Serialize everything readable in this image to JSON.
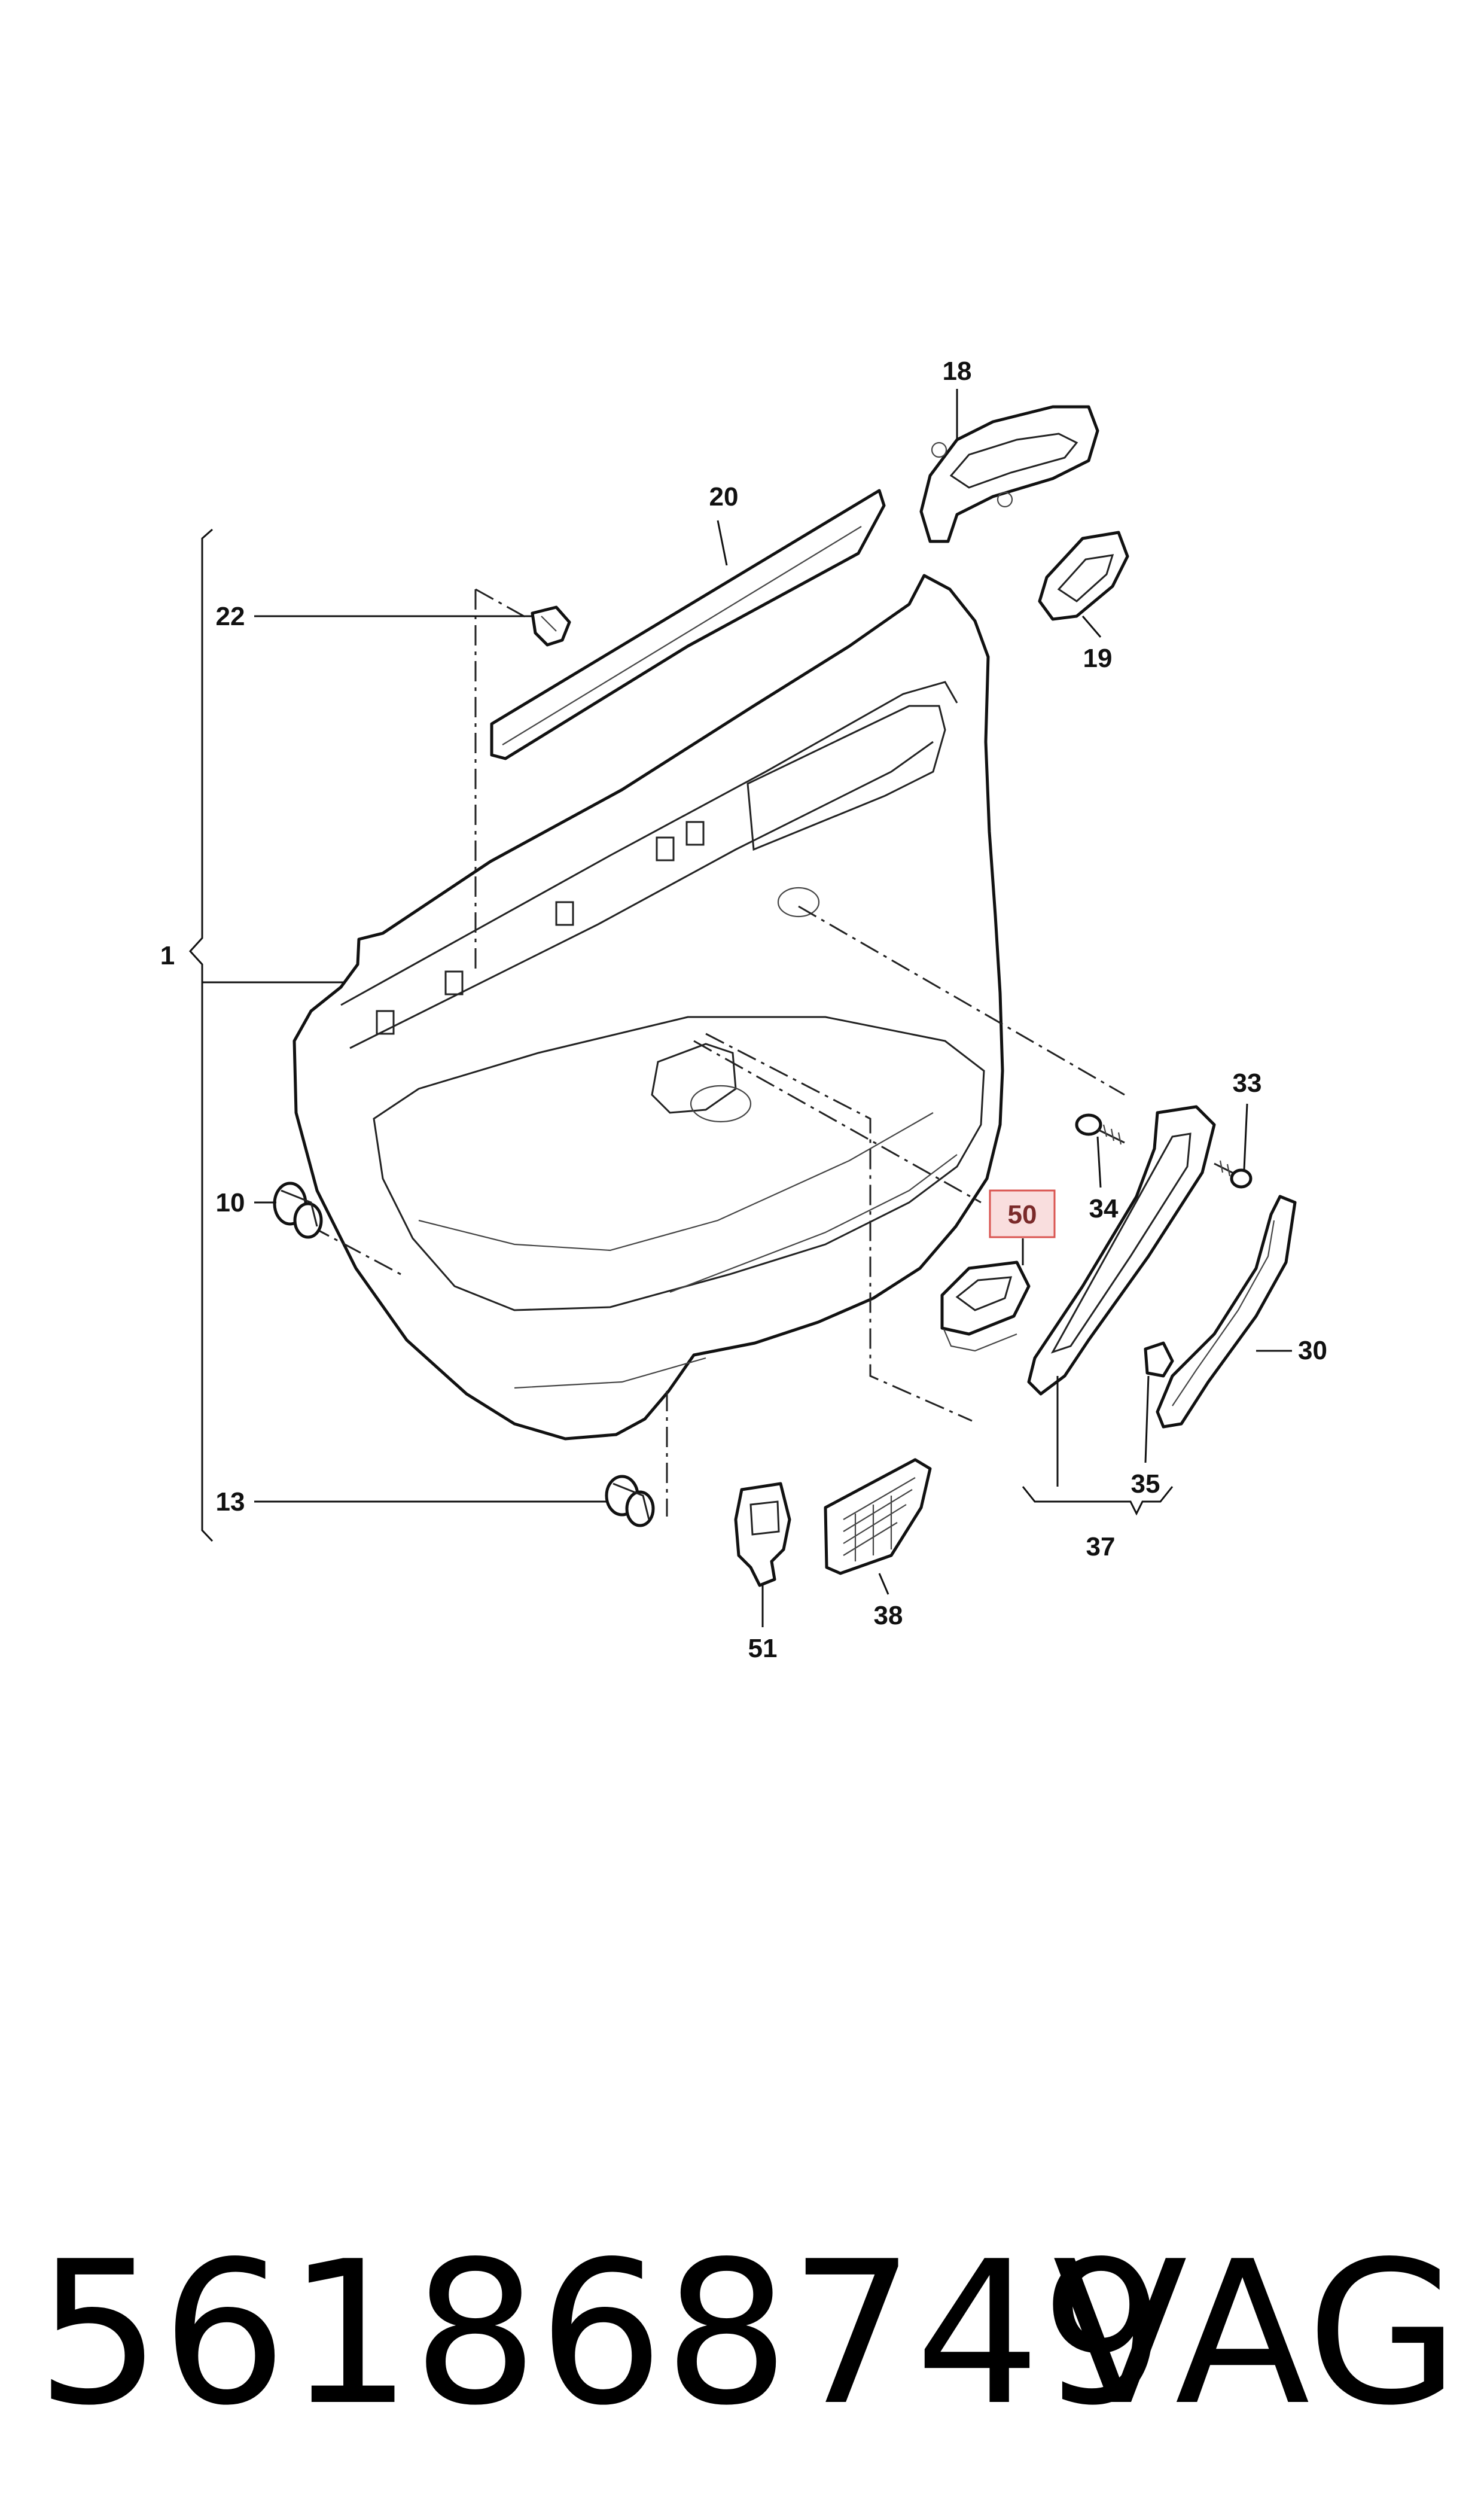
{
  "diagram": {
    "callouts": [
      {
        "id": "c1",
        "label": "1"
      },
      {
        "id": "c10",
        "label": "10"
      },
      {
        "id": "c13",
        "label": "13"
      },
      {
        "id": "c18",
        "label": "18"
      },
      {
        "id": "c19",
        "label": "19"
      },
      {
        "id": "c20",
        "label": "20"
      },
      {
        "id": "c22",
        "label": "22"
      },
      {
        "id": "c30",
        "label": "30"
      },
      {
        "id": "c33",
        "label": "33"
      },
      {
        "id": "c34",
        "label": "34"
      },
      {
        "id": "c35",
        "label": "35"
      },
      {
        "id": "c37",
        "label": "37"
      },
      {
        "id": "c38",
        "label": "38"
      },
      {
        "id": "c50",
        "label": "50",
        "highlighted": true
      },
      {
        "id": "c51",
        "label": "51"
      }
    ],
    "highlight_color": "#f9dede"
  },
  "footer": {
    "part_number": "561868749",
    "brand": "VAG"
  }
}
